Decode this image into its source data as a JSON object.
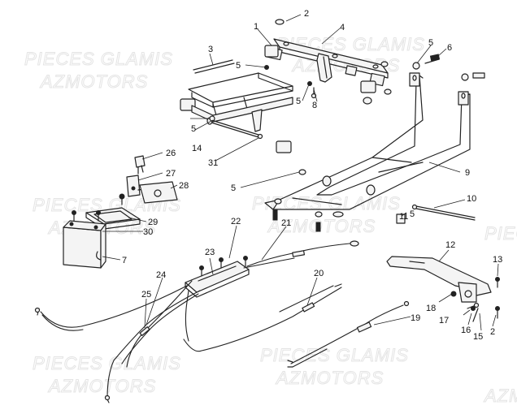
{
  "watermark": {
    "line1": "PIECES GLAMIS",
    "line2": "AZMOTORS"
  },
  "callouts": [
    "1",
    "2",
    "3",
    "4",
    "5",
    "5",
    "5",
    "5",
    "5",
    "5",
    "6",
    "7",
    "8",
    "9",
    "10",
    "11",
    "12",
    "13",
    "2",
    "14",
    "15",
    "16",
    "17",
    "18",
    "19",
    "20",
    "21",
    "22",
    "23",
    "24",
    "25",
    "26",
    "27",
    "28",
    "29",
    "30",
    "31"
  ]
}
